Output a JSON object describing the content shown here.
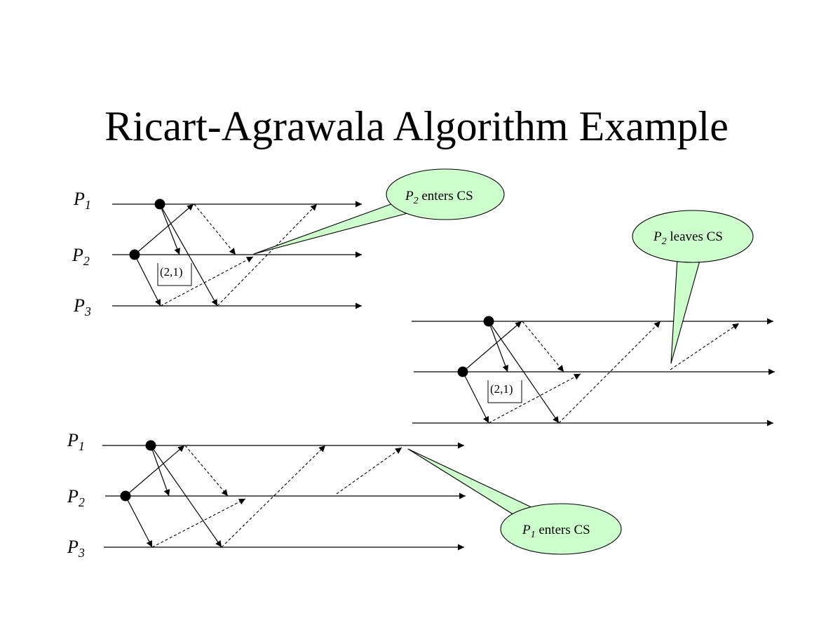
{
  "title": "Ricart-Agrawala Algorithm Example",
  "process_labels": {
    "p1": {
      "letter": "P",
      "sub": "1"
    },
    "p2": {
      "letter": "P",
      "sub": "2"
    },
    "p3": {
      "letter": "P",
      "sub": "3"
    }
  },
  "timestamp_label": "(2,1)",
  "callouts": {
    "p2_enters": {
      "letter": "P",
      "sub": "2",
      "text": " enters CS"
    },
    "p2_leaves": {
      "letter": "P",
      "sub": "2",
      "text": " leaves CS"
    },
    "p1_enters": {
      "letter": "P",
      "sub": "1",
      "text": " enters CS"
    }
  },
  "colors": {
    "callout_fill": "#ccffcc",
    "line": "#000000",
    "background": "#ffffff"
  }
}
